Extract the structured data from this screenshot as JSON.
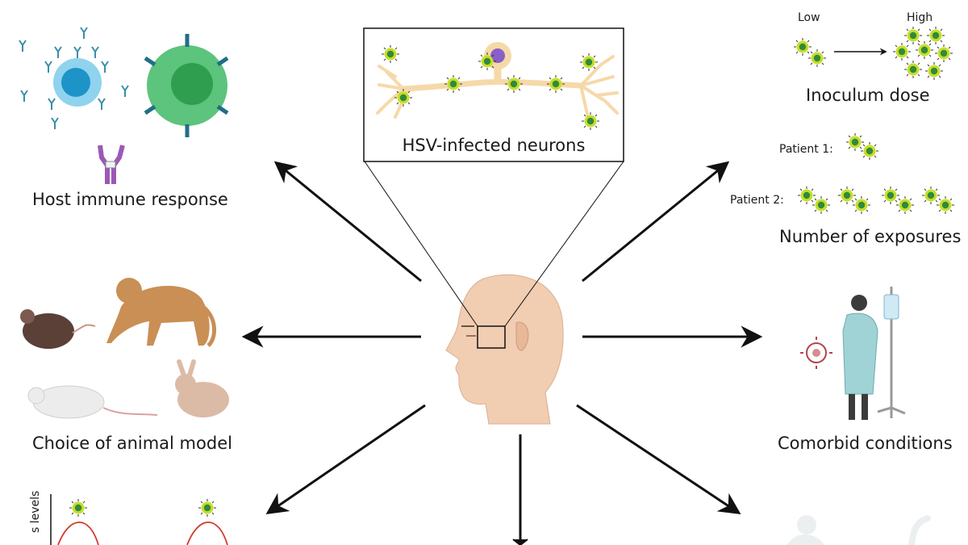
{
  "center": {
    "inset_label": "HSV-infected neurons"
  },
  "panels": {
    "host_immune": {
      "label": "Host immune response"
    },
    "animal_model": {
      "label": "Choice of animal model"
    },
    "inoculum": {
      "label": "Inoculum dose",
      "low_label": "Low",
      "high_label": "High"
    },
    "exposures": {
      "label": "Number of exposures",
      "patient1_label": "Patient 1:",
      "patient2_label": "Patient 2:"
    },
    "comorbid": {
      "label": "Comorbid conditions"
    },
    "virus_levels": {
      "axis_label": "s levels"
    }
  },
  "colors": {
    "arrow": "#111111",
    "virus_outer": "#c8dc2a",
    "virus_inner": "#2e8b3a",
    "neuron": "#f6d9a8",
    "skin": "#f1cdb2",
    "curve": "#d43a2a"
  }
}
